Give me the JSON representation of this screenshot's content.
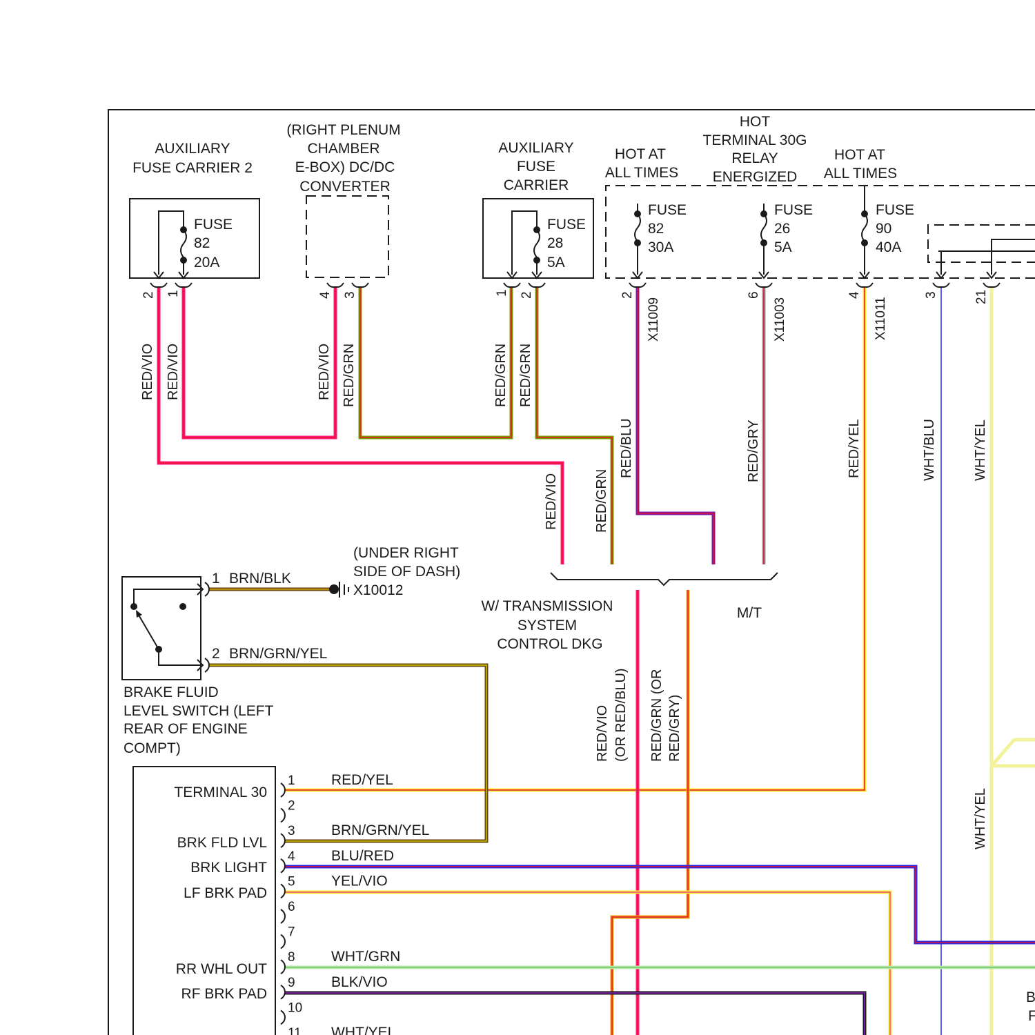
{
  "components": {
    "aux_fuse_carrier_2": {
      "title": [
        "AUXILIARY",
        "FUSE CARRIER 2"
      ],
      "fuse": [
        "FUSE",
        "82",
        "20A"
      ],
      "pins": [
        "2",
        "1"
      ]
    },
    "dcdc_converter": {
      "title": [
        "(RIGHT PLENUM",
        "CHAMBER",
        "E-BOX) DC/DC",
        "CONVERTER"
      ],
      "pins": [
        "4",
        "3"
      ]
    },
    "aux_fuse_carrier": {
      "title": [
        "AUXILIARY",
        "FUSE",
        "CARRIER"
      ],
      "fuse": [
        "FUSE",
        "28",
        "5A"
      ],
      "pins": [
        "1",
        "2"
      ]
    },
    "fuse_82_30a": {
      "title": [
        "HOT AT",
        "ALL TIMES"
      ],
      "fuse": [
        "FUSE",
        "82",
        "30A"
      ],
      "pin": "2",
      "connector": "X11009"
    },
    "fuse_26_5a": {
      "title": [
        "HOT",
        "TERMINAL 30G",
        "RELAY",
        "ENERGIZED"
      ],
      "fuse": [
        "FUSE",
        "26",
        "5A"
      ],
      "pin": "6",
      "connector": "X11003"
    },
    "fuse_90_40a": {
      "title": [
        "HOT AT",
        "ALL TIMES"
      ],
      "fuse": [
        "FUSE",
        "90",
        "40A"
      ],
      "pin": "4",
      "connector": "X11011"
    },
    "right_connector_pins": [
      "3",
      "21"
    ],
    "ground": {
      "location": [
        "(UNDER RIGHT",
        "SIDE OF DASH)"
      ],
      "id": "X10012"
    },
    "brake_fluid_switch": {
      "title": [
        "BRAKE FLUID",
        "LEVEL SWITCH (LEFT",
        "REAR OF ENGINE",
        "COMPT)"
      ],
      "pin1": "1",
      "wire1": "BRN/BLK",
      "pin2": "2",
      "wire2": "BRN/GRN/YEL"
    },
    "option_split": {
      "dkg_label": [
        "W/ TRANSMISSION",
        "SYSTEM",
        "CONTROL DKG"
      ],
      "mt_label": "M/T"
    },
    "module_pins": [
      {
        "num": "1",
        "func": "TERMINAL 30",
        "wire": "RED/YEL"
      },
      {
        "num": "2",
        "func": "",
        "wire": ""
      },
      {
        "num": "3",
        "func": "",
        "wire": "BRN/GRN/YEL"
      },
      {
        "num": "4",
        "func": "BRK FLD LVL",
        "wire": "BLU/RED"
      },
      {
        "num": "5",
        "func": "BRK LIGHT",
        "wire": "YEL/VIO"
      },
      {
        "num": "6",
        "func": "LF BRK PAD",
        "wire": ""
      },
      {
        "num": "7",
        "func": "",
        "wire": ""
      },
      {
        "num": "8",
        "func": "",
        "wire": "WHT/GRN"
      },
      {
        "num": "9",
        "func": "RR WHL OUT",
        "wire": "BLK/VIO"
      },
      {
        "num": "10",
        "func": "RF BRK PAD",
        "wire": ""
      },
      {
        "num": "11",
        "func": "",
        "wire": "WHT/YEL"
      }
    ],
    "edge_partial_text": [
      "B",
      "F"
    ]
  },
  "wire_labels": {
    "red_vio": "RED/VIO",
    "red_grn": "RED/GRN",
    "red_blu": "RED/BLU",
    "red_gry": "RED/GRY",
    "red_yel": "RED/YEL",
    "wht_blu": "WHT/BLU",
    "wht_yel": "WHT/YEL",
    "red_vio_or": [
      "RED/VIO",
      "(OR RED/BLU)"
    ],
    "red_grn_or": [
      "RED/GRN (OR",
      "RED/GRY)"
    ]
  },
  "colors": {
    "red": "#e8102a",
    "pink": "#ff1a7a",
    "violet": "#7a1aa0",
    "green_stripe": "#7a9a00",
    "yellow": "#ffe830",
    "grey": "#9a9a9a",
    "blue": "#2a2ae0",
    "white_yellow": "#f2f29a",
    "white_green": "#b8e8a8",
    "brown": "#6b4a12",
    "black": "#1a1a1a"
  }
}
